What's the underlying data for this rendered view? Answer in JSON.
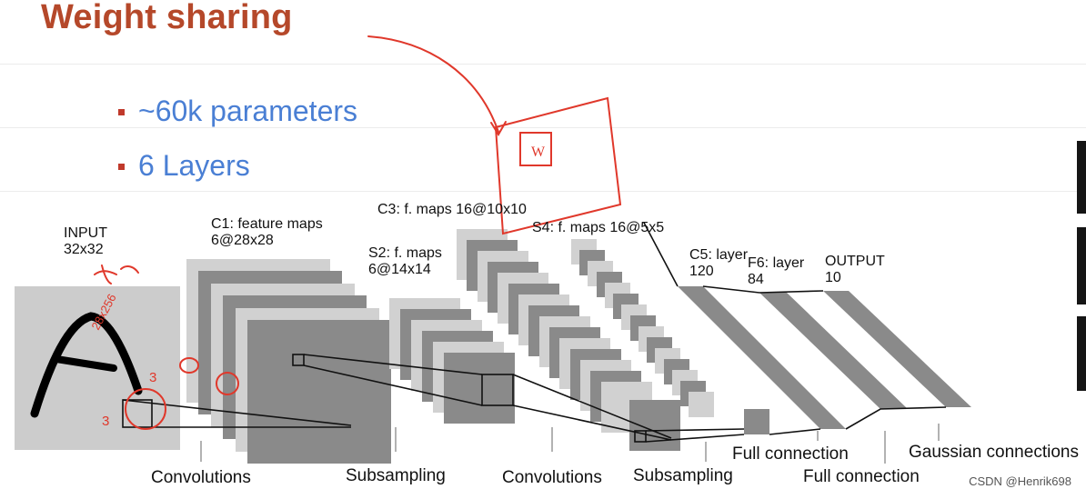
{
  "slide": {
    "title": "Weight sharing",
    "bullets": [
      "~60k parameters",
      "6 Layers"
    ]
  },
  "network": {
    "input_label": "INPUT",
    "input_size": "32x32",
    "c1_label": "C1: feature maps",
    "c1_size": "6@28x28",
    "s2_label": "S2: f. maps",
    "s2_size": "6@14x14",
    "c3_label": "C3: f. maps 16@10x10",
    "s4_label": "S4: f. maps 16@5x5",
    "c5_label": "C5: layer",
    "c5_size": "120",
    "f6_label": "F6: layer",
    "f6_size": "84",
    "output_label": "OUTPUT",
    "output_size": "10",
    "ops": [
      "Convolutions",
      "Subsampling",
      "Convolutions",
      "Subsampling",
      "Full connection",
      "Full connection",
      "Gaussian connections"
    ]
  },
  "annotations": {
    "input_size_note": "28x256",
    "kernel_a": "3",
    "kernel_b": "3",
    "box_letter": "W",
    "ink_color": "#e0382b"
  },
  "watermark": "CSDN @Henrik698",
  "colors": {
    "title": "#b5482a",
    "bullet": "#4a7fd4",
    "bullet_marker": "#c0392b"
  }
}
